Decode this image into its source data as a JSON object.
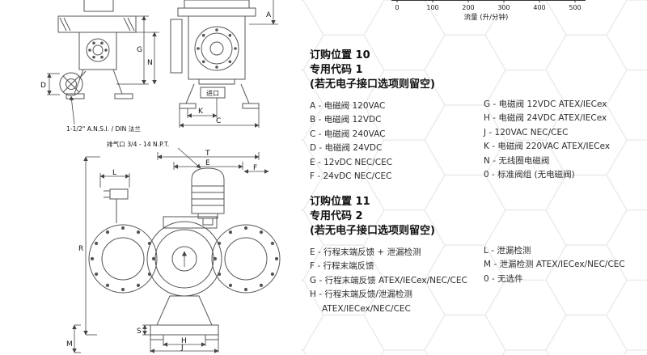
{
  "chart": {
    "tick_labels": [
      "0",
      "100",
      "200",
      "300",
      "400",
      "500"
    ],
    "xlabel": "流量 (升/分钟)"
  },
  "drawing_top": {
    "flange_note": "1-1/2\" A.N.S.I. / DIN 法兰",
    "inlet_label": "进口",
    "dim_g": "G",
    "dim_n": "N",
    "dim_d": "D",
    "dim_k": "K",
    "dim_c": "C",
    "dim_a": "A"
  },
  "drawing_bottom": {
    "exhaust_note": "排气口 3/4 - 14 N.P.T.",
    "dim_l": "L",
    "dim_e": "E",
    "dim_t": "T",
    "dim_f": "F",
    "dim_r": "R",
    "dim_s": "S",
    "dim_h": "H",
    "dim_j": "J",
    "dim_m": "M"
  },
  "section_10": {
    "position_title": "订购位置 10",
    "code_title": "专用代码 1",
    "note": "(若无电子接口选项则留空)",
    "left_items": [
      "A - 电磁阀 120VAC",
      "B - 电磁阀 12VDC",
      "C - 电磁阀 240VAC",
      "D - 电磁阀 24VDC",
      "E - 12vDC NEC/CEC",
      "F - 24vDC NEC/CEC"
    ],
    "right_items": [
      "G - 电磁阀 12VDC ATEX/IECex",
      "H - 电磁阀 24VDC ATEX/IECex",
      "J - 120VAC NEC/CEC",
      "K - 电磁阀 220VAC ATEX/IECex",
      "N - 无线圈电磁阀",
      "0 - 标准阀组 (无电磁阀)"
    ]
  },
  "section_11": {
    "position_title": "订购位置 11",
    "code_title": "专用代码 2",
    "note": "(若无电子接口选项则留空)",
    "left_items": [
      "E - 行程末端反馈 + 泄漏检测",
      "F - 行程末端反馈",
      "G - 行程末端反馈 ATEX/IECex/NEC/CEC",
      "H - 行程末端反馈/泄漏检测",
      "ATEX/IECex/NEC/CEC"
    ],
    "right_items": [
      "L - 泄漏检测",
      "M - 泄漏检测 ATEX/IECex/NEC/CEC",
      "0 - 无选件"
    ]
  }
}
